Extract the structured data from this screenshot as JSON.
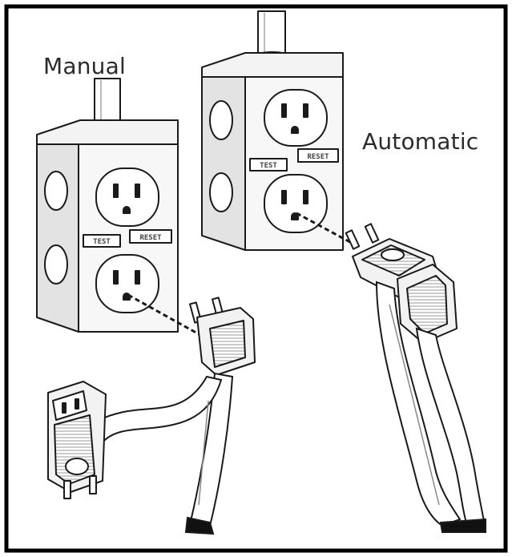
{
  "labels": {
    "manual": "Manual",
    "automatic": "Automatic"
  },
  "manual_box": {
    "test_button": "TEST",
    "reset_button": "RESET"
  },
  "automatic_box": {
    "test_button": "TEST",
    "reset_button": "RESET"
  },
  "colors": {
    "outline": "#1a1a1a",
    "box_fill": "#f2f2f2",
    "box_side": "#d9d9d9",
    "cord_tip": "#111111"
  },
  "icons": [
    "electrical-outlet-icon",
    "plug-icon",
    "extension-cord-icon"
  ]
}
